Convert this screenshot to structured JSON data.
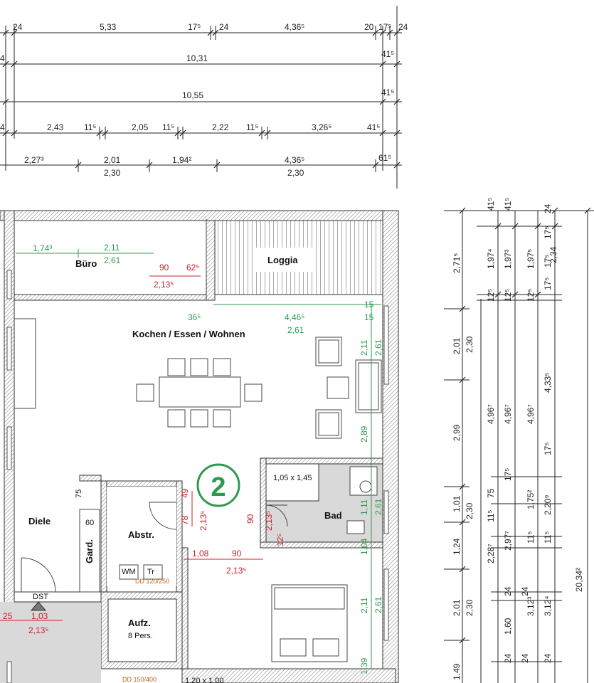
{
  "top_dims": {
    "row1": [
      "24",
      "5,33",
      "17⁵",
      "24",
      "4,36⁵",
      "20",
      "17⁵",
      "24"
    ],
    "row2": [
      "4",
      "10,31",
      "41⁵"
    ],
    "row3": [
      "10,55",
      "41⁵"
    ],
    "row4": [
      "4",
      "2,43",
      "11⁵",
      "2,05",
      "11⁵",
      "2,22",
      "11⁵",
      "3,26⁵",
      "41⁵"
    ],
    "row5": [
      "2,27³",
      "2,01",
      "1,94²",
      "4,36⁵",
      "61⁵"
    ],
    "row6": [
      "2,30",
      "2,30"
    ]
  },
  "right_dims": {
    "col1": [
      "2,71⁵",
      "2,01",
      "2,99",
      "1,01",
      "1,24",
      "2,01",
      "1,49"
    ],
    "col2": [
      "2,30",
      "2,30",
      "2,30"
    ],
    "col3": [
      "41⁵",
      "1,97⁴",
      "12⁵",
      "4,96⁷",
      "75",
      "11⁵",
      "2,28⁷",
      "24",
      "1,60",
      "24"
    ],
    "col4": [
      "41⁵",
      "1,97³",
      "12⁵",
      "4,96⁷",
      "17⁵",
      "2,97⁷",
      "24",
      "3,12³",
      "24"
    ],
    "col5": [
      "12⁵",
      "1,97⁵",
      "17⁵",
      "4,96⁷",
      "11⁵",
      "1,75²",
      "11⁵",
      "24"
    ],
    "col6": [
      "24",
      "17⁵",
      "2,34",
      "17⁵",
      "4,33⁵",
      "17⁵",
      "2,20⁹",
      "3,12⁴",
      "24"
    ],
    "col7": [
      "20,34²"
    ]
  },
  "rooms": {
    "buero": "Büro",
    "loggia": "Loggia",
    "kochen": "Kochen / Essen / Wohnen",
    "diele": "Diele",
    "abstr": "Abstr.",
    "bad": "Bad",
    "gard": "Gard.",
    "aufz1": "Aufz.",
    "aufz2": "8 Pers.",
    "wm": "WM",
    "tr": "Tr",
    "dst": "DST",
    "bath_tub": "1,05 x 1,45",
    "sixty": "60",
    "seventyfive": "75"
  },
  "unit_number": "2",
  "green_dims": [
    "1,74³",
    "2,11",
    "2,61",
    "36⁵",
    "4,46⁵",
    "2,61",
    "15",
    "15",
    "2,11",
    "2,61",
    "2,89",
    "1,11",
    "2,61",
    "1,04",
    "2,11",
    "2,61",
    "1,39"
  ],
  "red_dims": [
    "90",
    "62⁵",
    "2,13⁵",
    "49",
    "78",
    "2,13⁵",
    "90",
    "2,13⁵",
    "12⁵",
    "1,08",
    "90",
    "2,13⁵",
    "25",
    "1,03",
    "2,13⁵"
  ],
  "orange_notes": [
    "DD 120/250",
    "DD 150/400",
    "1,20 x 1,00"
  ],
  "colors": {
    "green": "#2e9a4e",
    "red": "#c8202a",
    "orange": "#b8651c",
    "badge": "#2e9a4e"
  }
}
